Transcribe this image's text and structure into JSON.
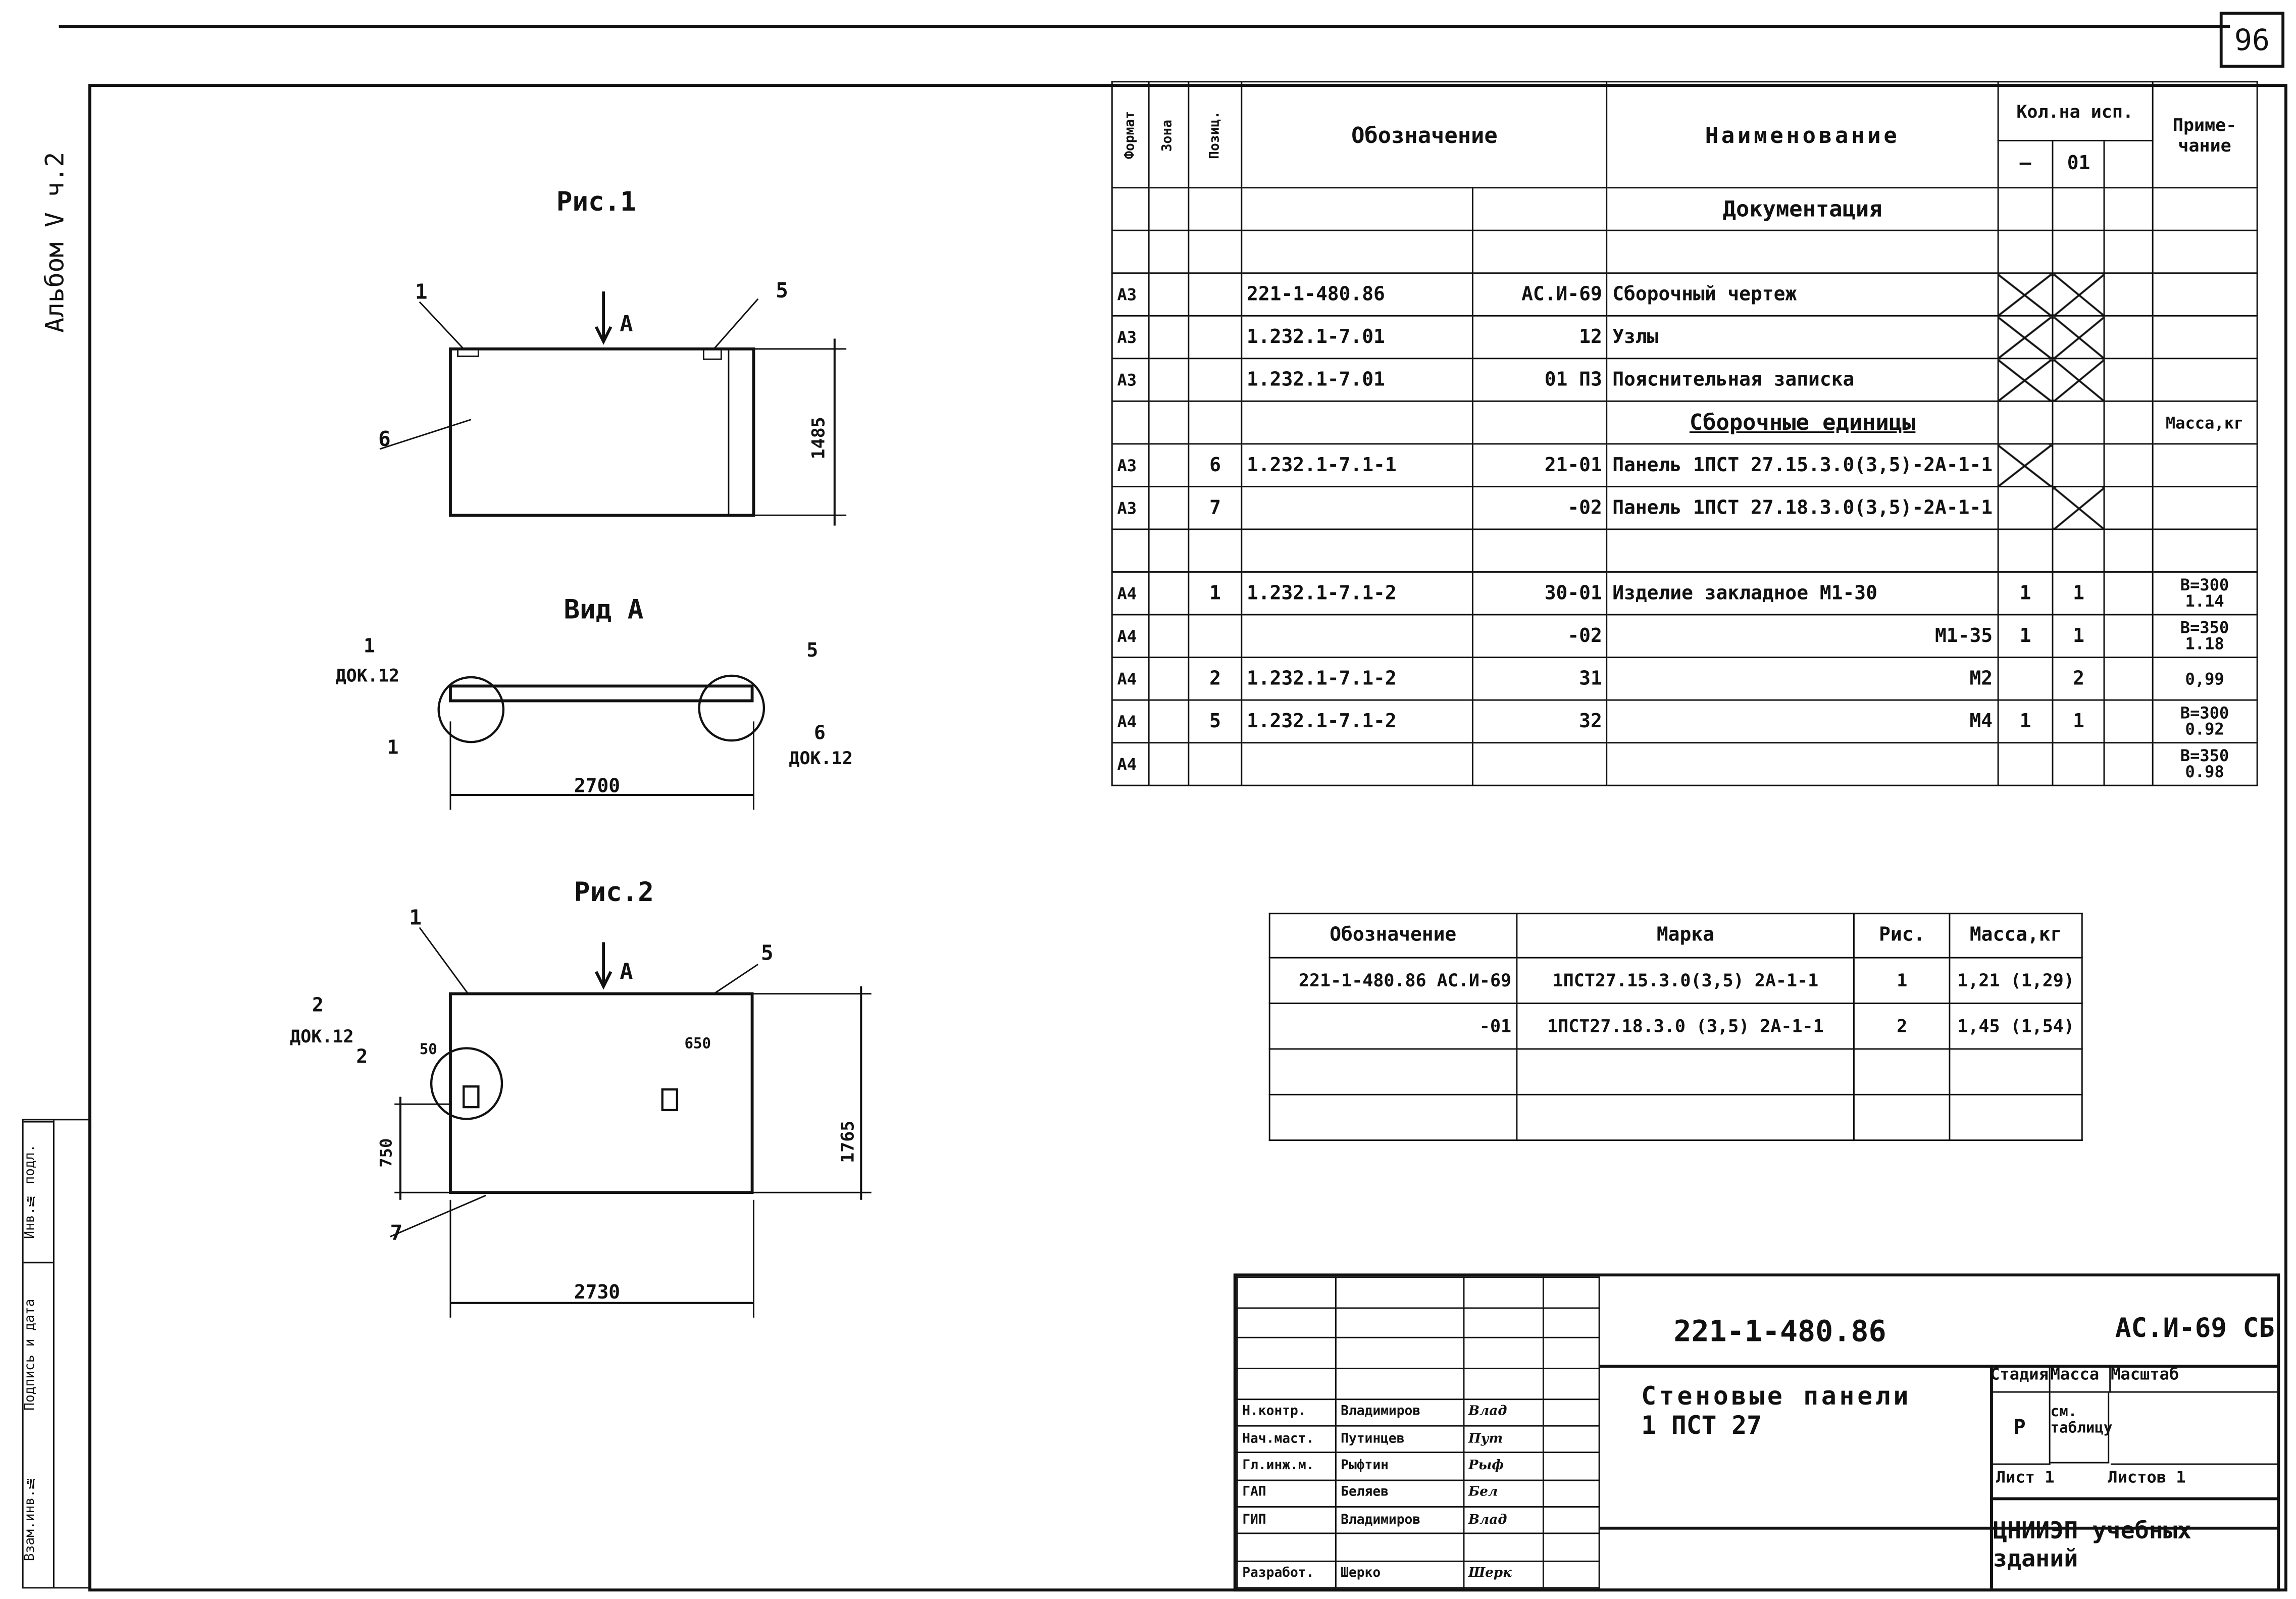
{
  "sheet_number": "96",
  "album_label": "Альбом V ч.2",
  "side_stamp": [
    "Инв.№ подл.",
    "Подпись и дата",
    "Взам.инв.№"
  ],
  "drawings": {
    "fig1": {
      "title": "Рис.1",
      "labels": [
        "1",
        "5",
        "6",
        "А"
      ],
      "dim_height": "1485"
    },
    "view_a": {
      "title": "Вид А",
      "labels": [
        "1",
        "ДОК.12",
        "1",
        "5",
        "6",
        "ДОК.12"
      ],
      "dim_width": "2700"
    },
    "fig2": {
      "title": "Рис.2",
      "labels": [
        "1",
        "5",
        "А",
        "2",
        "ДОК.12",
        "2",
        "50",
        "650",
        "7"
      ],
      "dim_height": "1765",
      "dim_750": "750",
      "dim_width": "2730"
    }
  },
  "spec": {
    "headers": {
      "format": "Формат",
      "zone": "Зона",
      "pos": "Позиц.",
      "designation": "Обозначение",
      "name": "Наименование",
      "qty": "Кол.на исп.",
      "qty_cols": [
        "–",
        "01"
      ],
      "note": "Приме-чание"
    },
    "rows": [
      {
        "f": "",
        "z": "",
        "p": "",
        "d": "",
        "d2": "",
        "n": "Документация",
        "q1": "",
        "q2": "",
        "note": "",
        "type": "section"
      },
      {
        "f": "",
        "z": "",
        "p": "",
        "d": "",
        "d2": "",
        "n": "",
        "q1": "",
        "q2": "",
        "note": ""
      },
      {
        "f": "А3",
        "z": "",
        "p": "",
        "d": "221-1-480.86",
        "d2": "АС.И-69",
        "n": "Сборочный чертеж",
        "q1": "X",
        "q2": "X",
        "note": ""
      },
      {
        "f": "А3",
        "z": "",
        "p": "",
        "d": "1.232.1-7.01",
        "d2": "12",
        "n": "Узлы",
        "q1": "X",
        "q2": "X",
        "note": ""
      },
      {
        "f": "А3",
        "z": "",
        "p": "",
        "d": "1.232.1-7.01",
        "d2": "01 ПЗ",
        "n": "Пояснительная записка",
        "q1": "X",
        "q2": "X",
        "note": ""
      },
      {
        "f": "",
        "z": "",
        "p": "",
        "d": "",
        "d2": "",
        "n": "Сборочные единицы",
        "q1": "",
        "q2": "",
        "note": "Масса,кг",
        "type": "section-u"
      },
      {
        "f": "А3",
        "z": "",
        "p": "6",
        "d": "1.232.1-7.1-1",
        "d2": "21-01",
        "n": "Панель 1ПСТ 27.15.3.0(3,5)-2А-1-1",
        "q1": "X",
        "q2": "",
        "note": ""
      },
      {
        "f": "А3",
        "z": "",
        "p": "7",
        "d": "",
        "d2": "-02",
        "n": "Панель 1ПСТ 27.18.3.0(3,5)-2А-1-1",
        "q1": "",
        "q2": "X",
        "note": ""
      },
      {
        "f": "",
        "z": "",
        "p": "",
        "d": "",
        "d2": "",
        "n": "",
        "q1": "",
        "q2": "",
        "note": ""
      },
      {
        "f": "А4",
        "z": "",
        "p": "1",
        "d": "1.232.1-7.1-2",
        "d2": "30-01",
        "n": "Изделие закладное М1-30",
        "q1": "1",
        "q2": "1",
        "note": "В=300 1.14"
      },
      {
        "f": "А4",
        "z": "",
        "p": "",
        "d": "",
        "d2": "-02",
        "n": "М1-35",
        "q1": "1",
        "q2": "1",
        "note": "В=350 1.18",
        "type": "right"
      },
      {
        "f": "А4",
        "z": "",
        "p": "2",
        "d": "1.232.1-7.1-2",
        "d2": "31",
        "n": "М2",
        "q1": "",
        "q2": "2",
        "note": "0,99",
        "type": "right"
      },
      {
        "f": "А4",
        "z": "",
        "p": "5",
        "d": "1.232.1-7.1-2",
        "d2": "32",
        "n": "М4",
        "q1": "1",
        "q2": "1",
        "note": "В=300 0.92",
        "type": "right"
      },
      {
        "f": "А4",
        "z": "",
        "p": "",
        "d": "",
        "d2": "",
        "n": "",
        "q1": "",
        "q2": "",
        "note": "В=350 0.98"
      }
    ]
  },
  "marks": {
    "headers": [
      "Обозначение",
      "Марка",
      "Рис.",
      "Масса,кг"
    ],
    "rows": [
      [
        "221-1-480.86 АС.И-69",
        "1ПСТ27.15.3.0(3,5) 2А-1-1",
        "1",
        "1,21 (1,29)"
      ],
      [
        "-01",
        "1ПСТ27.18.3.0 (3,5) 2А-1-1",
        "2",
        "1,45 (1,54)"
      ],
      [
        "",
        "",
        "",
        ""
      ],
      [
        "",
        "",
        "",
        ""
      ]
    ]
  },
  "title_block": {
    "doc_code": "221-1-480.86",
    "doc_mark": "АС.И-69 СБ",
    "title_line1": "Стеновые панели",
    "title_line2": "1 ПСТ 27",
    "stage_label": "Стадия",
    "mass_label": "Масса",
    "scale_label": "Масштаб",
    "stage": "Р",
    "mass": "см. таблицу",
    "sheet_label": "Лист 1",
    "sheets_label": "Листов 1",
    "org": "ЦНИИЭП учебных зданий",
    "people": [
      {
        "role": "Н.контр.",
        "name": "Владимиров",
        "sign": "Влад"
      },
      {
        "role": "Нач.маст.",
        "name": "Путинцев",
        "sign": "Пут"
      },
      {
        "role": "Гл.инж.м.",
        "name": "Рыфтин",
        "sign": "Рыф"
      },
      {
        "role": "ГАП",
        "name": "Беляев",
        "sign": "Бел"
      },
      {
        "role": "ГИП",
        "name": "Владимиров",
        "sign": "Влад"
      },
      {
        "role": "",
        "name": "",
        "sign": ""
      },
      {
        "role": "Разработ.",
        "name": "Шерко",
        "sign": "Шерк"
      }
    ]
  }
}
